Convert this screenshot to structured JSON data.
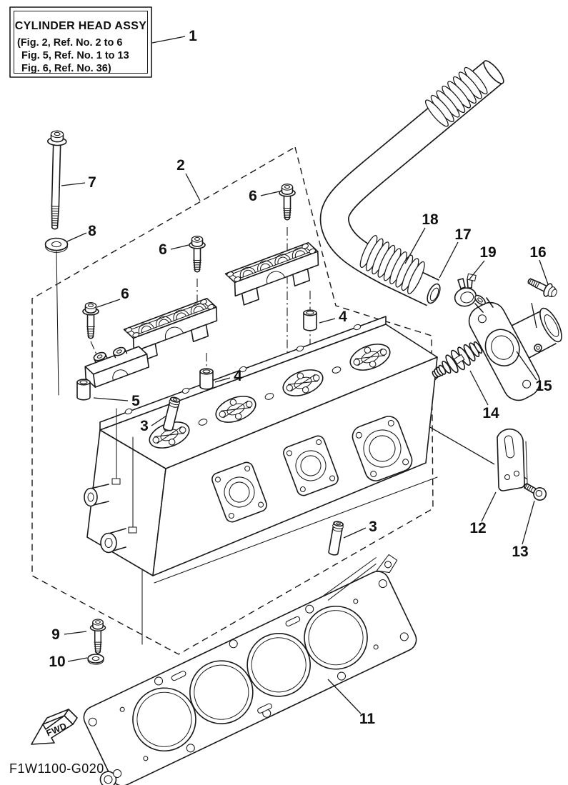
{
  "title_box": {
    "title": "CYLINDER HEAD ASSY",
    "ref_lines": [
      "(Fig. 2, Ref. No. 2 to 6",
      "Fig. 5, Ref. No. 1 to 13",
      "Fig. 6, Ref. No. 36)"
    ]
  },
  "callouts": {
    "n1": "1",
    "n2": "2",
    "n3": "3",
    "n4": "4",
    "n5": "5",
    "n6": "6",
    "n7": "7",
    "n8": "8",
    "n9": "9",
    "n10": "10",
    "n11": "11",
    "n12": "12",
    "n13": "13",
    "n14": "14",
    "n15": "15",
    "n16": "16",
    "n17": "17",
    "n18": "18",
    "n19": "19"
  },
  "footer": {
    "figure_code": "F1W1100-G020",
    "fwd_label": "FWD"
  },
  "colors": {
    "line": "#191919",
    "background": "#ffffff"
  }
}
